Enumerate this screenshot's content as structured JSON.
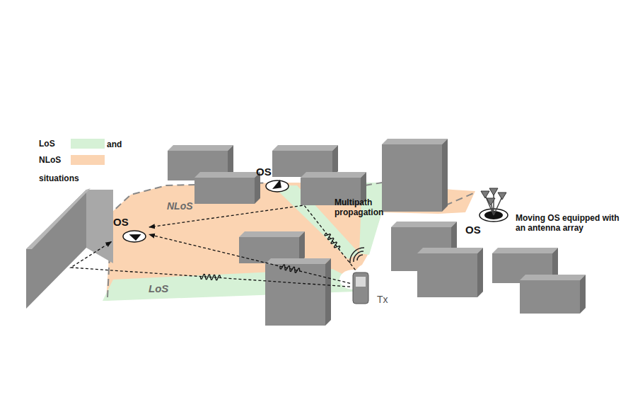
{
  "diagram": {
    "nodes": [
      {
        "text": [
          "Tx"
        ]
      },
      {
        "text": [
          "OS"
        ]
      },
      {
        "text": [
          "OS"
        ]
      },
      {
        "text": [
          "OS"
        ]
      }
    ],
    "edges": [
      {
        "from": 0,
        "to": 1,
        "arrow": "to"
      },
      {
        "from": 0,
        "to": 1,
        "arrow": "to"
      },
      {
        "from": 0,
        "to": 1,
        "arrow": "to"
      }
    ],
    "labels": [
      "and",
      "situations",
      "NLoS",
      "LoS",
      "Multipath propagation",
      "Moving OS equipped with an antenna array"
    ],
    "legend": [
      {
        "text": "LoS",
        "color": "#d6f1d6"
      },
      {
        "text": "NLoS",
        "color": "#fbd4b2"
      }
    ]
  }
}
